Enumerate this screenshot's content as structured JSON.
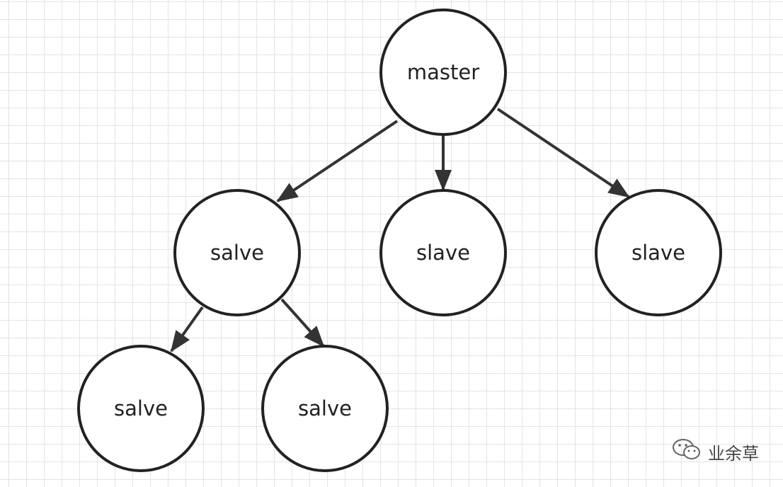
{
  "nodes": {
    "master": "master",
    "slave_left": "salve",
    "slave_middle": "slave",
    "slave_right": "slave",
    "child_left": "salve",
    "child_right": "salve"
  },
  "watermark": {
    "text": "业余草",
    "icon": "wechat-icon"
  },
  "colors": {
    "stroke": "#222222",
    "grid": "#e4e4e4",
    "background": "#ffffff"
  }
}
